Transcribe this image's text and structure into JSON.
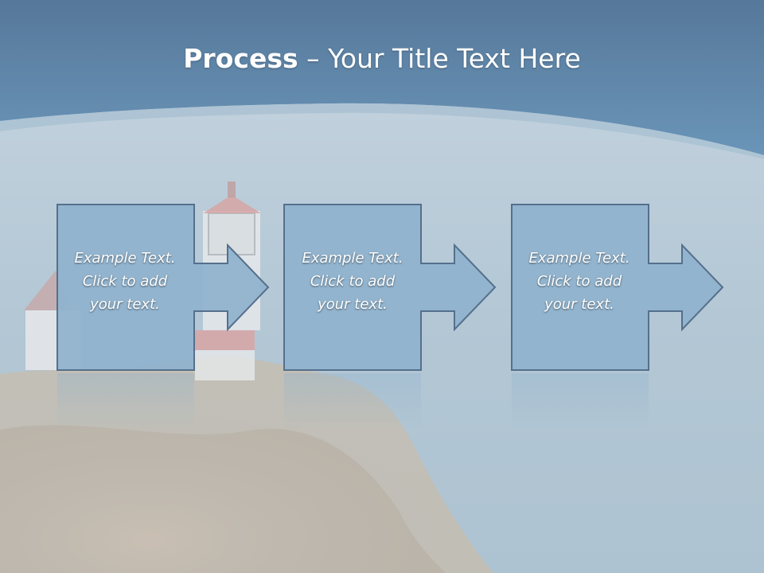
{
  "title": {
    "bold": "Process",
    "rest": "– Your Title Text Here"
  },
  "steps": [
    {
      "line1": "Example Text.",
      "line2": "Click  to add",
      "line3": "your text."
    },
    {
      "line1": "Example Text.",
      "line2": "Click  to add",
      "line3": "your text."
    },
    {
      "line1": "Example Text.",
      "line2": "Click  to add",
      "line3": "your text."
    }
  ],
  "colors": {
    "header": "#5f8bb0",
    "shape_fill": "#8fb2cd",
    "shape_stroke": "#55708c"
  }
}
